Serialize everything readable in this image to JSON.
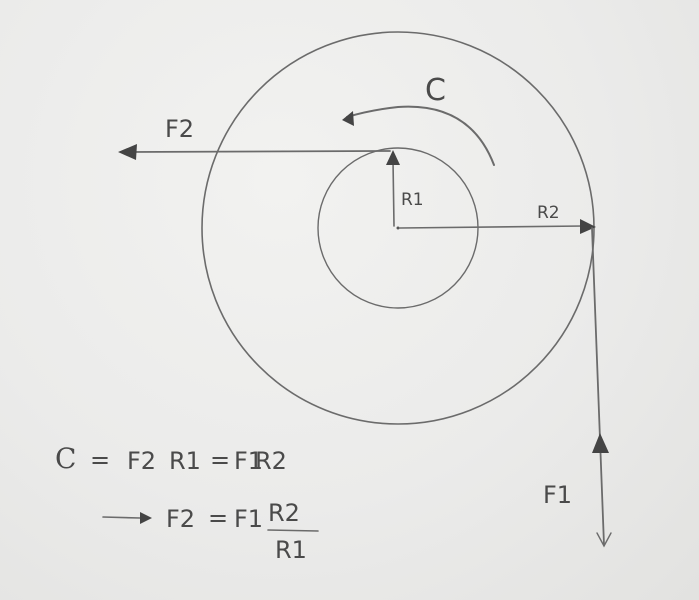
{
  "diagram": {
    "labels": {
      "couple": "C",
      "force_top": "F2",
      "force_right": "F1",
      "radius_inner": "R1",
      "radius_outer": "R2"
    },
    "equations": {
      "line1": {
        "c": "C",
        "eq1": "=",
        "f2": "F2",
        "r1": "R1",
        "eq2": "=",
        "f1": "F1",
        "r2": "R2"
      },
      "line2": {
        "f2": "F2",
        "eq": "=",
        "f1": "F1",
        "numerator": "R2",
        "denominator": "R1"
      }
    }
  }
}
